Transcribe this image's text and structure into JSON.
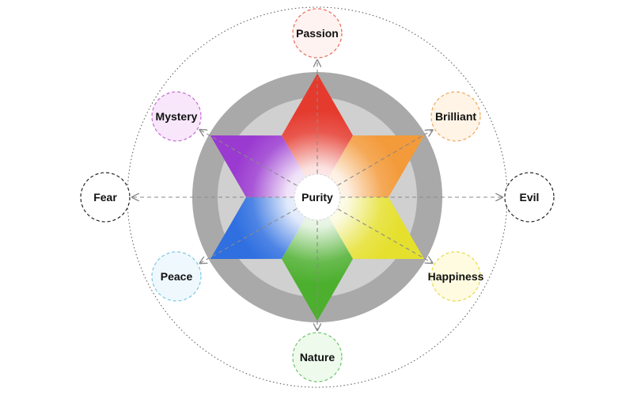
{
  "center": {
    "label": "Purity"
  },
  "nodes": [
    {
      "id": "passion",
      "label": "Passion",
      "color": "#e86a5a",
      "fill": "#fff3f1"
    },
    {
      "id": "brilliant",
      "label": "Brilliant",
      "color": "#f2a65a",
      "fill": "#fff4e6"
    },
    {
      "id": "evil",
      "label": "Evil",
      "color": "#222222",
      "fill": "#ffffff"
    },
    {
      "id": "happiness",
      "label": "Happiness",
      "color": "#e6d84a",
      "fill": "#fffbe0"
    },
    {
      "id": "nature",
      "label": "Nature",
      "color": "#6cc46c",
      "fill": "#eefaec"
    },
    {
      "id": "peace",
      "label": "Peace",
      "color": "#7cc6e6",
      "fill": "#eef8fd"
    },
    {
      "id": "fear",
      "label": "Fear",
      "color": "#222222",
      "fill": "#ffffff"
    },
    {
      "id": "mystery",
      "label": "Mystery",
      "color": "#c56ad6",
      "fill": "#f8e6fb"
    }
  ],
  "colors": {
    "outer_ring": "#a9a9a9",
    "inner_ring": "#d0d0d0",
    "star_top": "#e53a2e",
    "star_upper_right": "#f39a3a",
    "star_lower_right": "#e5e02e",
    "star_bottom": "#4caf2e",
    "star_lower_left": "#2f6fe0",
    "star_upper_left": "#9a3ad0",
    "arrow": "#8a8a8a"
  }
}
